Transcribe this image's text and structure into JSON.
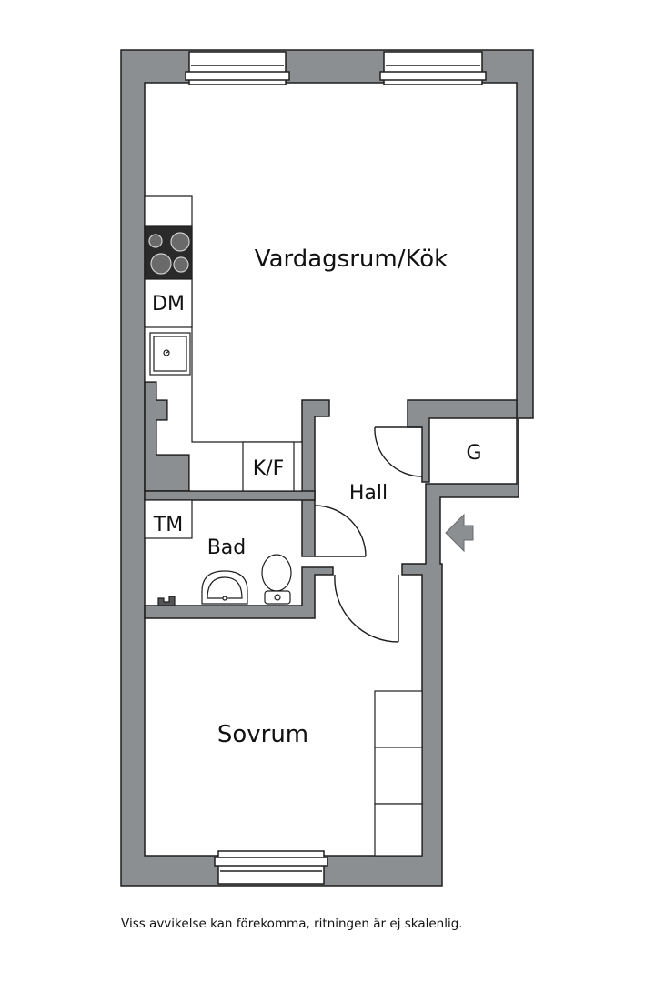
{
  "rooms": {
    "living_kitchen": "Vardagsrum/Kök",
    "hall": "Hall",
    "bath": "Bad",
    "bedroom": "Sovrum"
  },
  "fixtures": {
    "dishwasher": "DM",
    "fridge_freezer": "K/F",
    "washer": "TM",
    "wardrobe": "G"
  },
  "footer": {
    "disclaimer": "Viss avvikelse kan förekomma, ritningen är ej skalenlig."
  },
  "colors": {
    "wall": "#8c8f91",
    "line": "#1e1e1e",
    "background": "#ffffff"
  },
  "icons": {
    "entrance": "entrance-arrow-icon",
    "stove": "stove-icon",
    "sink": "kitchen-sink-icon",
    "washbasin": "washbasin-icon",
    "toilet": "toilet-icon",
    "faucet": "faucet-icon"
  }
}
